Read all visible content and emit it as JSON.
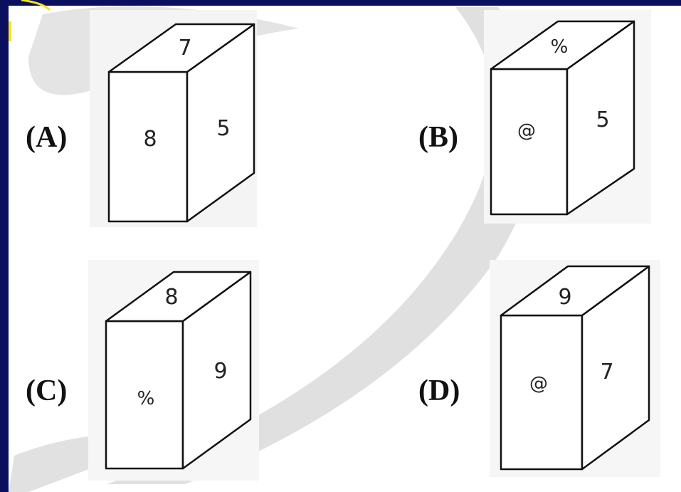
{
  "colors": {
    "frame_navy": "#0a0f5e",
    "watermark_gray": "#cfcfcf",
    "accent_yellow": "#f5e61c",
    "stroke": "#111111"
  },
  "options": [
    {
      "label": "(A)",
      "top": "7",
      "front": "8",
      "side": "5"
    },
    {
      "label": "(B)",
      "top": "%",
      "front": "@",
      "side": "5"
    },
    {
      "label": "(C)",
      "top": "8",
      "front": "%",
      "side": "9"
    },
    {
      "label": "(D)",
      "top": "9",
      "front": "@",
      "side": "7"
    }
  ]
}
